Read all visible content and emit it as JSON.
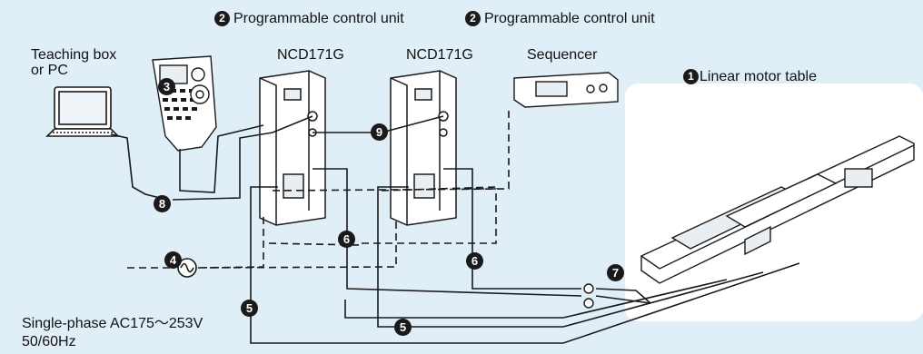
{
  "labels": {
    "control_unit_1": "Programmable control unit",
    "control_unit_2": "Programmable control unit",
    "control_unit_badge": "2",
    "teaching_box": [
      "Teaching box",
      "or PC"
    ],
    "driver_1": "NCD171G",
    "driver_2": "NCD171G",
    "sequencer": "Sequencer",
    "linear_motor_table": "Linear motor table",
    "linear_motor_badge": "1",
    "power_supply": [
      "Single-phase AC175～253V",
      "50/60Hz"
    ]
  },
  "callouts": [
    "3",
    "4",
    "5",
    "5",
    "6",
    "6",
    "7",
    "8",
    "9"
  ],
  "colors": {
    "background": "#dfeef7",
    "panel": "#ffffff",
    "ink": "#1a1a1a"
  }
}
